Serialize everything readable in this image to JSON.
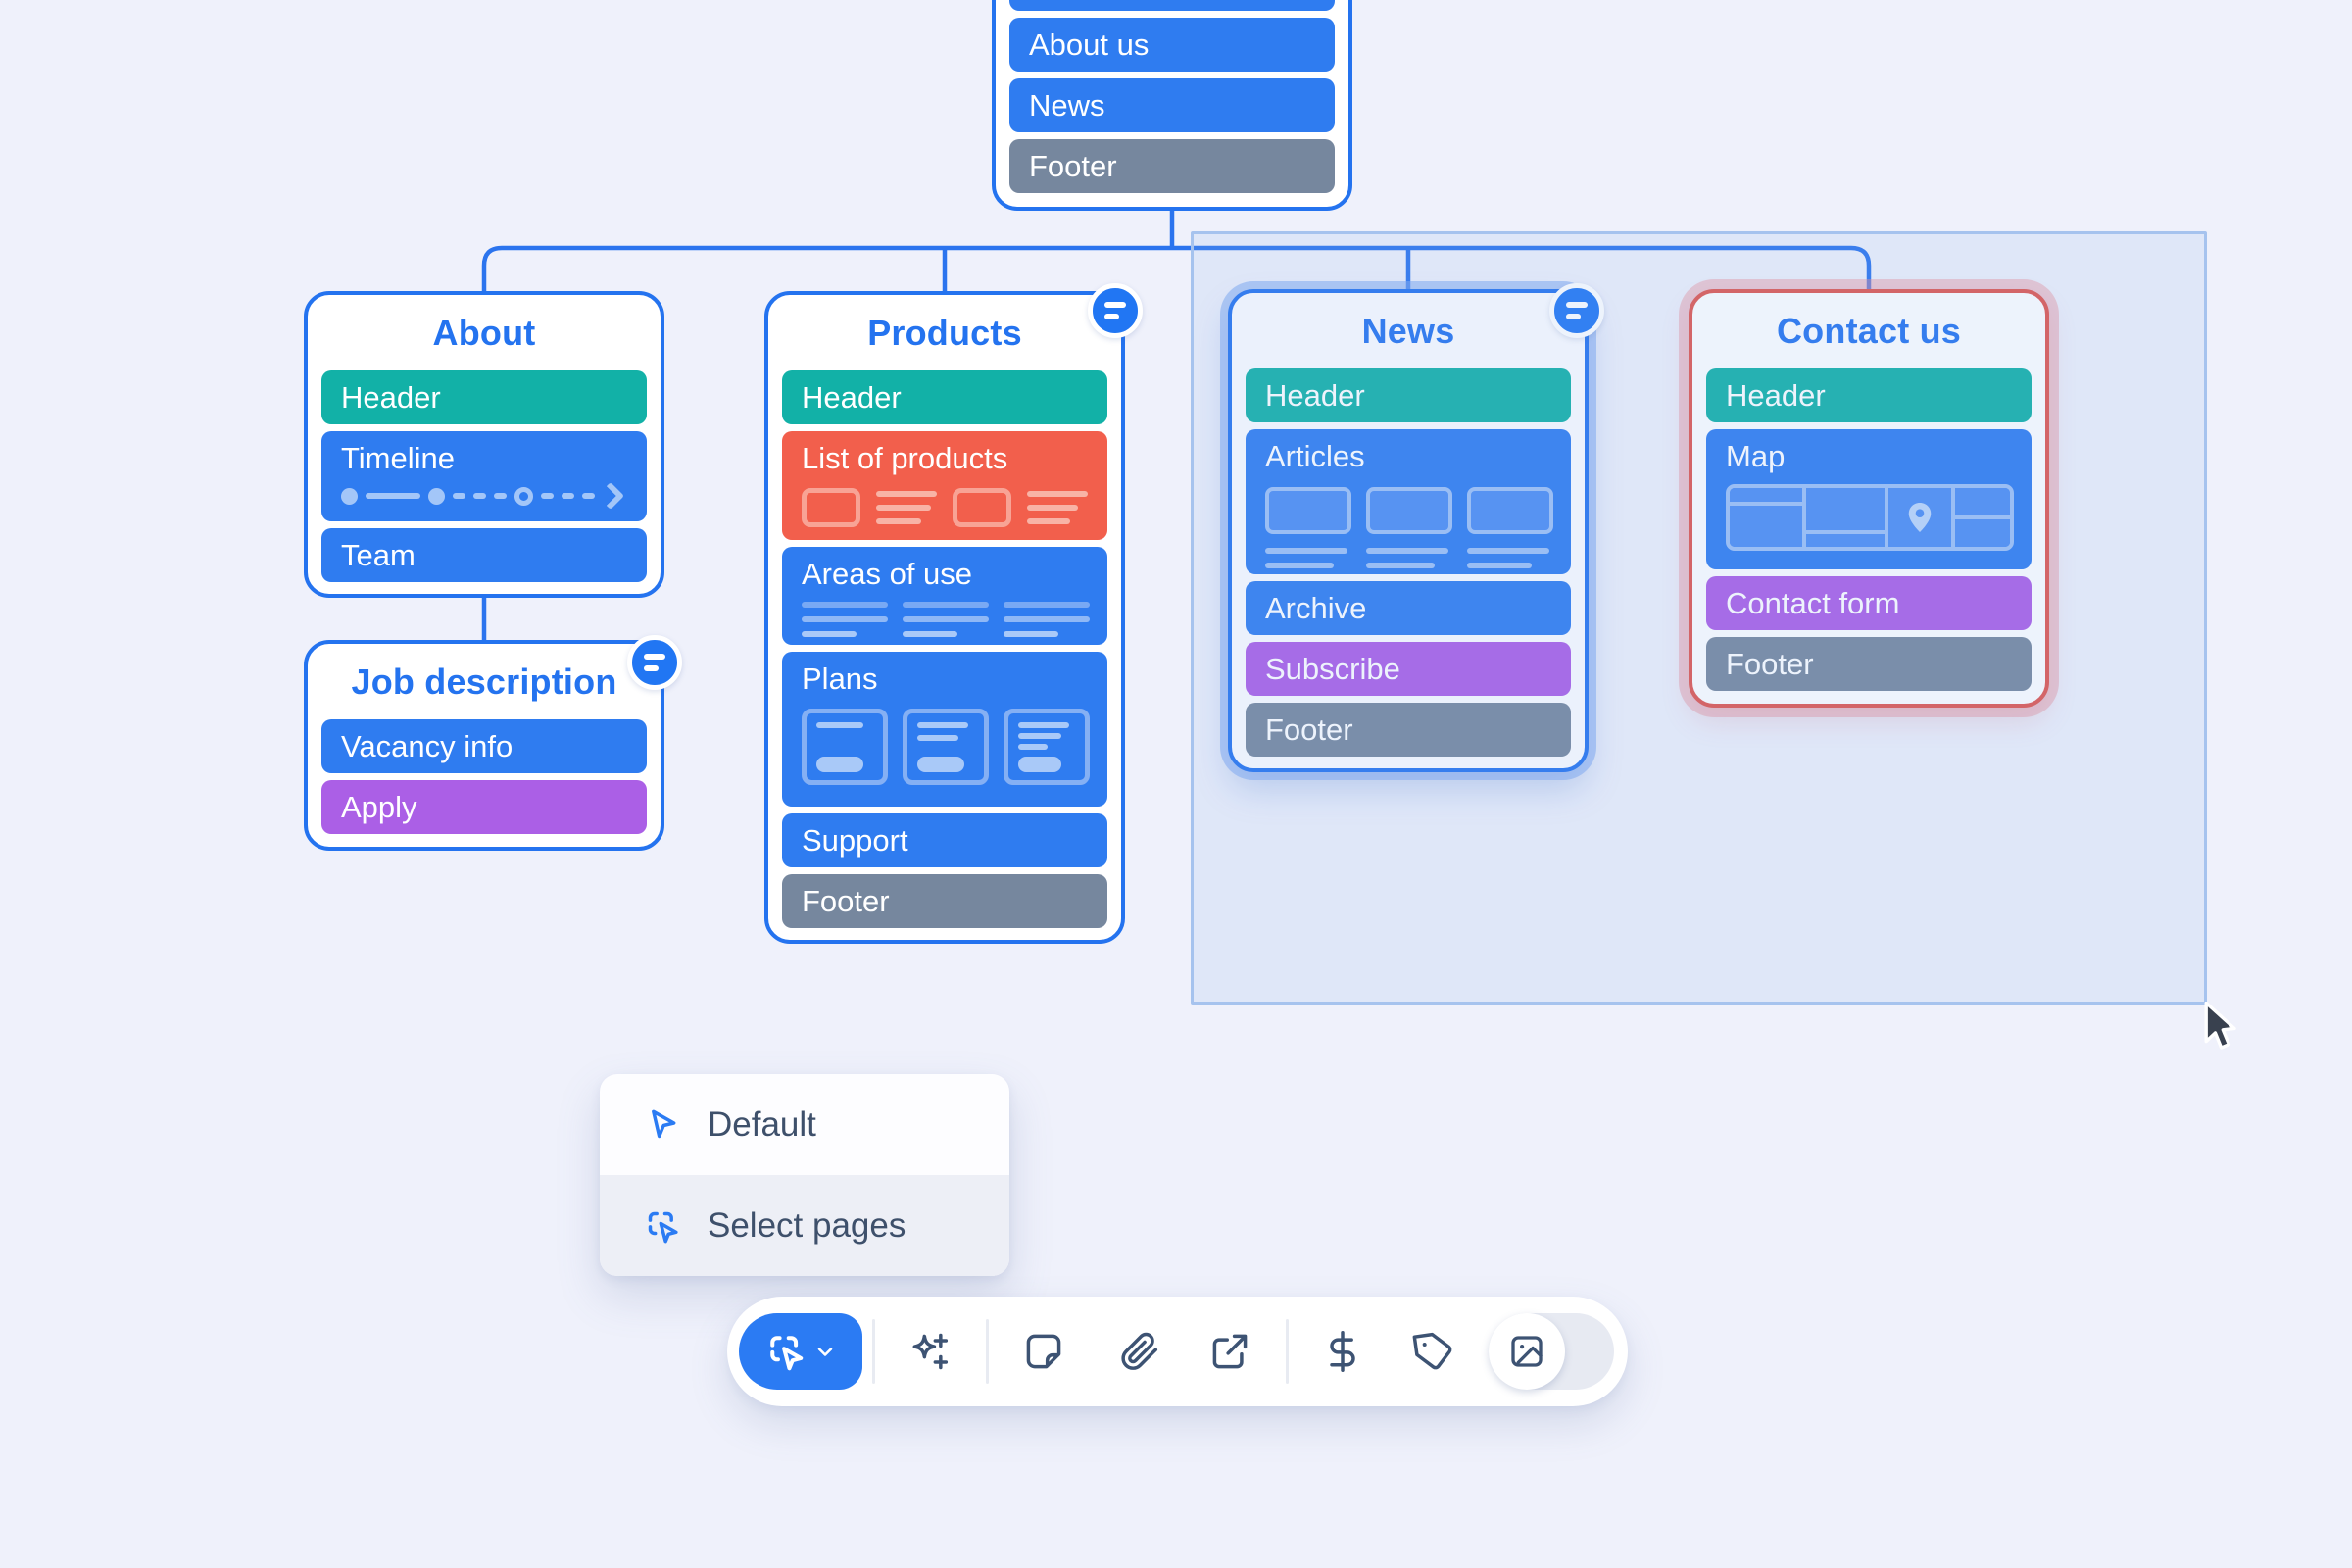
{
  "colors": {
    "background": "#eff1fb",
    "accent_blue": "#2473ef",
    "section_blue": "#2f7cf0",
    "section_teal": "#12b1a7",
    "section_red": "#f25f4c",
    "section_purple": "#ab5fe6",
    "section_gray": "#76879e",
    "selected_red_border": "#e0564f",
    "selection_border": "#a6c3ee",
    "graphic_light_blue": "#a9c9f8",
    "graphic_light_red": "#f8a99c",
    "menu_text": "#3e506b",
    "toolbar_icon": "#3d5373"
  },
  "sitemap": {
    "root_card": {
      "sections": [
        {
          "label": ""
        },
        {
          "label": "About us"
        },
        {
          "label": "News"
        },
        {
          "label": "Footer"
        }
      ]
    },
    "pages": [
      {
        "title": "About",
        "sections": [
          {
            "label": "Header"
          },
          {
            "label": "Timeline"
          },
          {
            "label": "Team"
          }
        ]
      },
      {
        "title": "Products",
        "has_badge": true,
        "sections": [
          {
            "label": "Header"
          },
          {
            "label": "List of products"
          },
          {
            "label": "Areas of use"
          },
          {
            "label": "Plans"
          },
          {
            "label": "Support"
          },
          {
            "label": "Footer"
          }
        ]
      },
      {
        "title": "News",
        "has_badge": true,
        "state": "selected",
        "sections": [
          {
            "label": "Header"
          },
          {
            "label": "Articles"
          },
          {
            "label": "Archive"
          },
          {
            "label": "Subscribe"
          },
          {
            "label": "Footer"
          }
        ]
      },
      {
        "title": "Contact us",
        "state": "selected-red",
        "sections": [
          {
            "label": "Header"
          },
          {
            "label": "Map"
          },
          {
            "label": "Contact form"
          },
          {
            "label": "Footer"
          }
        ]
      },
      {
        "title": "Job description",
        "has_badge": true,
        "sections": [
          {
            "label": "Vacancy info"
          },
          {
            "label": "Apply"
          }
        ]
      }
    ]
  },
  "context_menu": {
    "items": [
      {
        "label": "Default",
        "icon": "cursor-icon",
        "active": false
      },
      {
        "label": "Select pages",
        "icon": "select-cursor-icon",
        "active": true
      }
    ]
  },
  "toolbar": {
    "buttons": [
      {
        "name": "select-tool",
        "icon": "select-cursor-icon",
        "active": true,
        "has_chevron": true
      },
      {
        "name": "ai-sparkles",
        "icon": "sparkles-icon"
      },
      {
        "name": "note",
        "icon": "note-icon"
      },
      {
        "name": "attachment",
        "icon": "paperclip-icon"
      },
      {
        "name": "external-link",
        "icon": "external-link-icon"
      },
      {
        "name": "pricing",
        "icon": "dollar-icon"
      },
      {
        "name": "tag",
        "icon": "tag-icon"
      },
      {
        "name": "image-toggle",
        "icon": "image-icon",
        "type": "toggle",
        "on": false
      }
    ]
  }
}
